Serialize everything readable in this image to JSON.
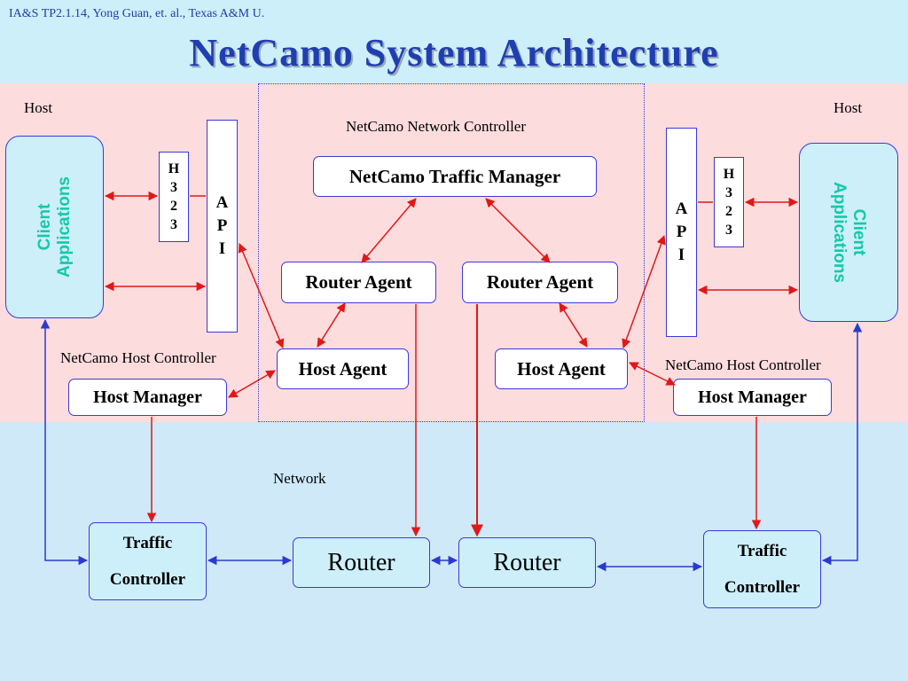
{
  "citation": "IA&S TP2.1.14, Yong Guan, et. al., Texas A&M U.",
  "title": "NetCamo  System  Architecture",
  "labels": {
    "host_left": "Host",
    "host_right": "Host",
    "network_controller": "NetCamo Network Controller",
    "host_controller_left": "NetCamo Host Controller",
    "host_controller_right": "NetCamo Host Controller",
    "network": "Network"
  },
  "nodes": {
    "traffic_manager": "NetCamo Traffic Manager",
    "router_agent_left": "Router Agent",
    "router_agent_right": "Router Agent",
    "host_agent_left": "Host Agent",
    "host_agent_right": "Host Agent",
    "host_manager_left": "Host Manager",
    "host_manager_right": "Host Manager",
    "router_left": "Router",
    "router_right": "Router",
    "traffic_controller_left": [
      "Traffic",
      "Controller"
    ],
    "traffic_controller_right": [
      "Traffic",
      "Controller"
    ],
    "client_left": [
      "Client",
      "Applications"
    ],
    "client_right": [
      "Client",
      "Applications"
    ],
    "h323_left": [
      "H",
      "3",
      "2",
      "3"
    ],
    "h323_right": [
      "H",
      "3",
      "2",
      "3"
    ],
    "api_left": [
      "A",
      "P",
      "I"
    ],
    "api_right": [
      "A",
      "P",
      "I"
    ]
  },
  "colors": {
    "title": "#1f3fb0",
    "host_band": "#fddcde",
    "network_band": "#cfe9f8",
    "box_border": "#3a3ad8",
    "client_text": "#14c9a8",
    "control_arrow": "#e01818",
    "data_arrow": "#2a3ad0"
  }
}
